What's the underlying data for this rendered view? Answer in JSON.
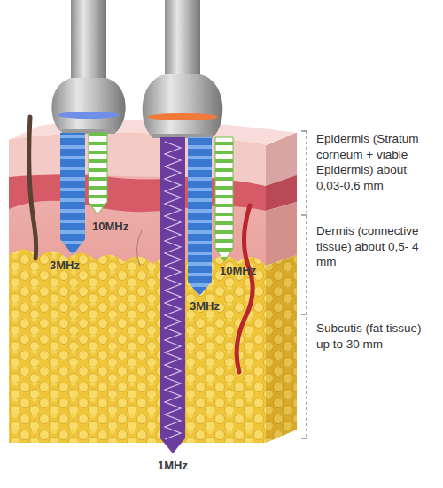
{
  "diagram": {
    "labels": [
      "10MHz",
      "3MHz",
      "10MHz",
      "3MHz",
      "1MHz",
      "Epidermis (Stratum corneum + viable Epidermis) about 0,03-0,6 mm",
      "Dermis (connective tissue) about 0,5- 4 mm",
      "Subcutis (fat tissue) up to 30 mm"
    ]
  }
}
